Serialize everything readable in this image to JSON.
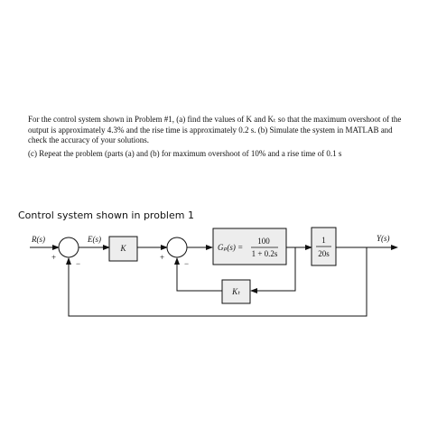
{
  "problem": {
    "paragraph1": "For the control system shown in Problem #1, (a) find the values of  K and Kₜ so that the maximum overshoot of the output is approximately 4.3% and the rise time is approximately 0.2 s. (b) Simulate the system in MATLAB and check the accuracy of your solutions.",
    "paragraph2": "(c) Repeat the problem (parts (a) and (b) for maximum overshoot of 10% and a rise time of 0.1 s"
  },
  "caption": "Control system shown in problem 1",
  "diagram": {
    "signals": {
      "input": "R(s)",
      "error": "E(s)",
      "output": "Y(s)"
    },
    "gain_block": "K",
    "plant_block": {
      "lhs": "Gₚ(s) =",
      "numerator": "100",
      "denominator": "1 + 0.2s"
    },
    "integrator_block": {
      "numerator": "1",
      "denominator": "20s"
    },
    "feedback_block": "Kₜ",
    "sum1_signs": {
      "plus": "+",
      "minus": "−"
    },
    "sum2_signs": {
      "plus": "+",
      "minus": "−"
    }
  }
}
